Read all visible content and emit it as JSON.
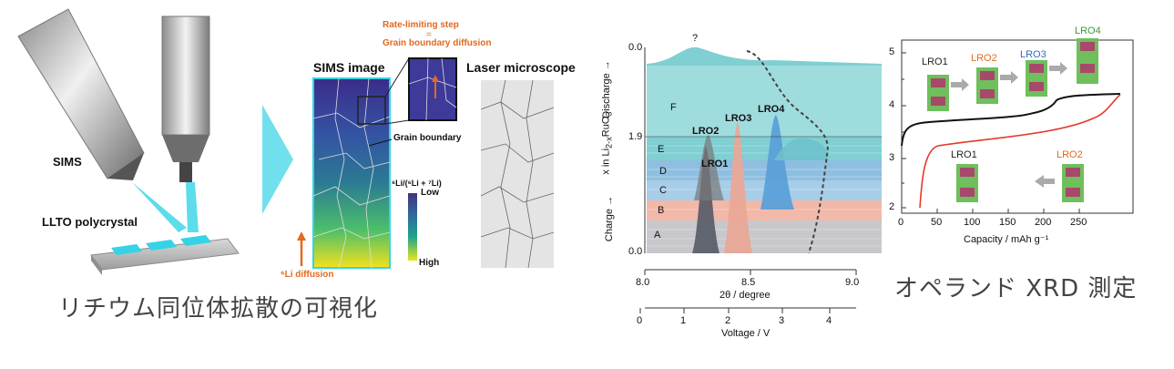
{
  "left_figure": {
    "sims_label": "SIMS",
    "sample_label": "LLTO polycrystal",
    "sims_image_title": "SIMS image",
    "laser_title": "Laser microscope",
    "rate_limiting_label": "Rate-limiting step",
    "equals_sign": "=",
    "grain_boundary_diffusion_label": "Grain boundary diffusion",
    "grain_boundary_label": "Grain boundary",
    "ratio_label": "⁶Li/(⁶Li + ⁷Li)",
    "low_label": "Low",
    "high_label": "High",
    "li_diffusion_label": "⁶Li diffusion",
    "caption": "リチウム同位体拡散の可視化"
  },
  "middle_figure": {
    "question_mark": "?",
    "yaxis_top_tick": "0.0",
    "yaxis_mid_tick": "1.9",
    "yaxis_bottom_tick": "0.0",
    "yaxis_label": "x in Li",
    "yaxis_label_sub": "2-x",
    "yaxis_label_suffix": "RuO",
    "yaxis_label_sub2": "3",
    "discharge_label": "Discharge →",
    "charge_label": "Charge →",
    "region_letters": [
      "A",
      "B",
      "C",
      "D",
      "E",
      "F"
    ],
    "peak_labels": [
      "LRO1",
      "LRO2",
      "LRO3",
      "LRO4"
    ],
    "theta_ticks": [
      "8.0",
      "8.5",
      "9.0"
    ],
    "theta_label": "2θ / degree",
    "voltage_ticks": [
      "0",
      "1",
      "2",
      "3",
      "4"
    ],
    "voltage_label": "Voltage / V"
  },
  "right_figure": {
    "y_ticks": [
      "2",
      "3",
      "4",
      "5"
    ],
    "x_ticks": [
      "0",
      "50",
      "100",
      "150",
      "200",
      "250"
    ],
    "x_label": "Capacity / mAh g⁻¹",
    "structures_top": [
      {
        "label": "LRO1",
        "color": "#222222"
      },
      {
        "label": "LRO2",
        "color": "#e2691f"
      },
      {
        "label": "LRO3",
        "color": "#2f6fbf"
      },
      {
        "label": "LRO4",
        "color": "#3c9a3c"
      }
    ],
    "structures_bottom": [
      {
        "label": "LRO1",
        "color": "#222222"
      },
      {
        "label": "LRO2",
        "color": "#e2691f"
      }
    ],
    "caption": "オペランド XRD 測定"
  },
  "colors": {
    "cyan": "#35d3e6",
    "teal_bg": "#9fdcde",
    "orange": "#e2691f",
    "charge_curve": "#111111",
    "discharge_curve": "#e23a2a"
  }
}
